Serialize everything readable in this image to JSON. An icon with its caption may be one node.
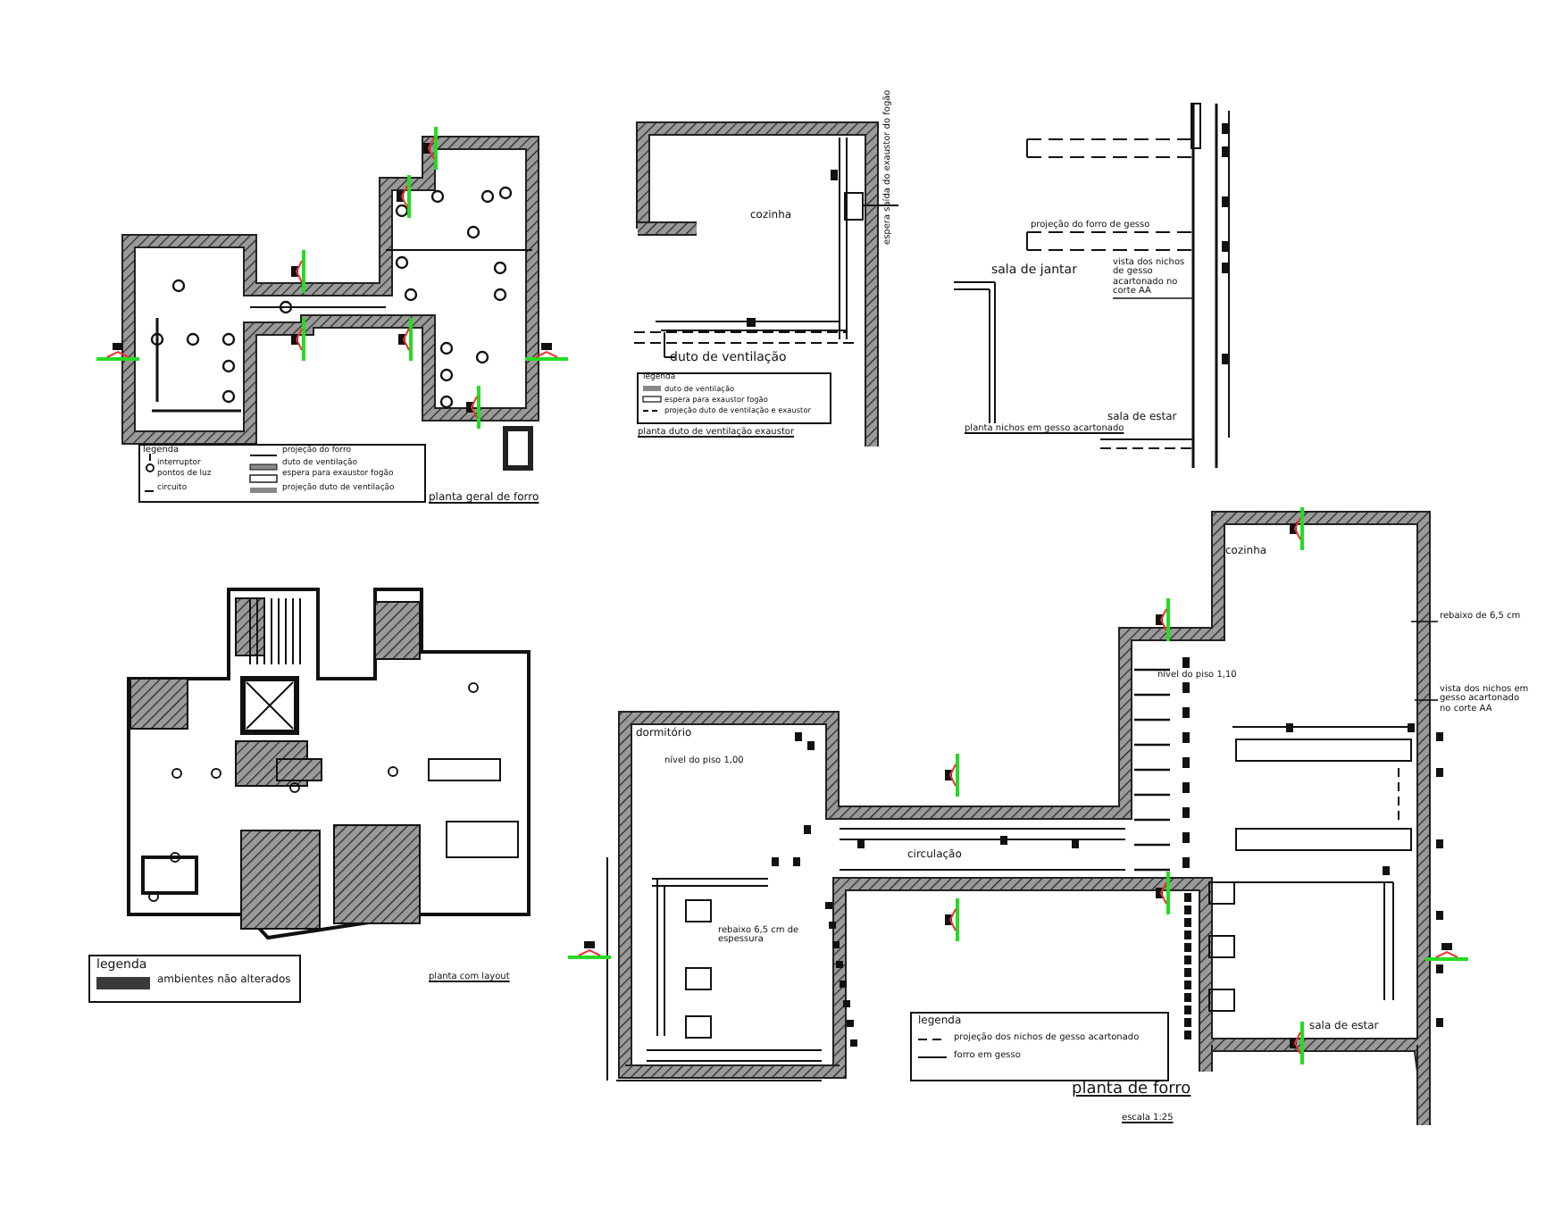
{
  "diagram": {
    "nodes": [
      {
        "text": [
          "espera saída do exaustor do fogão"
        ]
      },
      {
        "text": [
          "vista dos nichos de gesso acartonado no corte AA"
        ]
      },
      {
        "text": [
          "rebaixo de 6,5 cm"
        ]
      },
      {
        "text": [
          "vista dos nichos em gesso acartonado no corte AA"
        ]
      }
    ],
    "edges": [
      {
        "from": 0,
        "to": null,
        "arrow": "none"
      },
      {
        "from": 1,
        "to": null,
        "arrow": "none"
      },
      {
        "from": 2,
        "to": null,
        "arrow": "none"
      },
      {
        "from": 3,
        "to": null,
        "arrow": "none"
      }
    ],
    "labels": [
      "legenda",
      "interruptor",
      "pontos de luz",
      "circuito",
      "projeção do forro",
      "duto de ventilação",
      "espera para exaustor fogão",
      "projeção duto de ventilação",
      "planta geral de forro",
      "cozinha",
      "duto de ventilação",
      "legenda",
      "duto de ventilação",
      "espera para exaustor fogão",
      "projeção duto de ventilação e exaustor",
      "planta duto de ventilação exaustor",
      "projeção do forro de gesso",
      "sala de jantar",
      "planta nichos em gesso acartonado",
      "sala de estar",
      "planta com layout",
      "cozinha",
      "nível do piso 1,10",
      "dormitório",
      "nível do piso 1,00",
      "circulação",
      "rebaixo 6,5 cm de espessura",
      "sala de estar",
      "planta de forro",
      "escala 1:25",
      "legenda",
      "legenda"
    ],
    "legend": [
      {
        "text": "ambientes não alterados",
        "color": "#3a3a3a"
      },
      {
        "text": "projeção dos nichos de gesso acartonado"
      },
      {
        "text": "forro em gesso"
      }
    ]
  }
}
